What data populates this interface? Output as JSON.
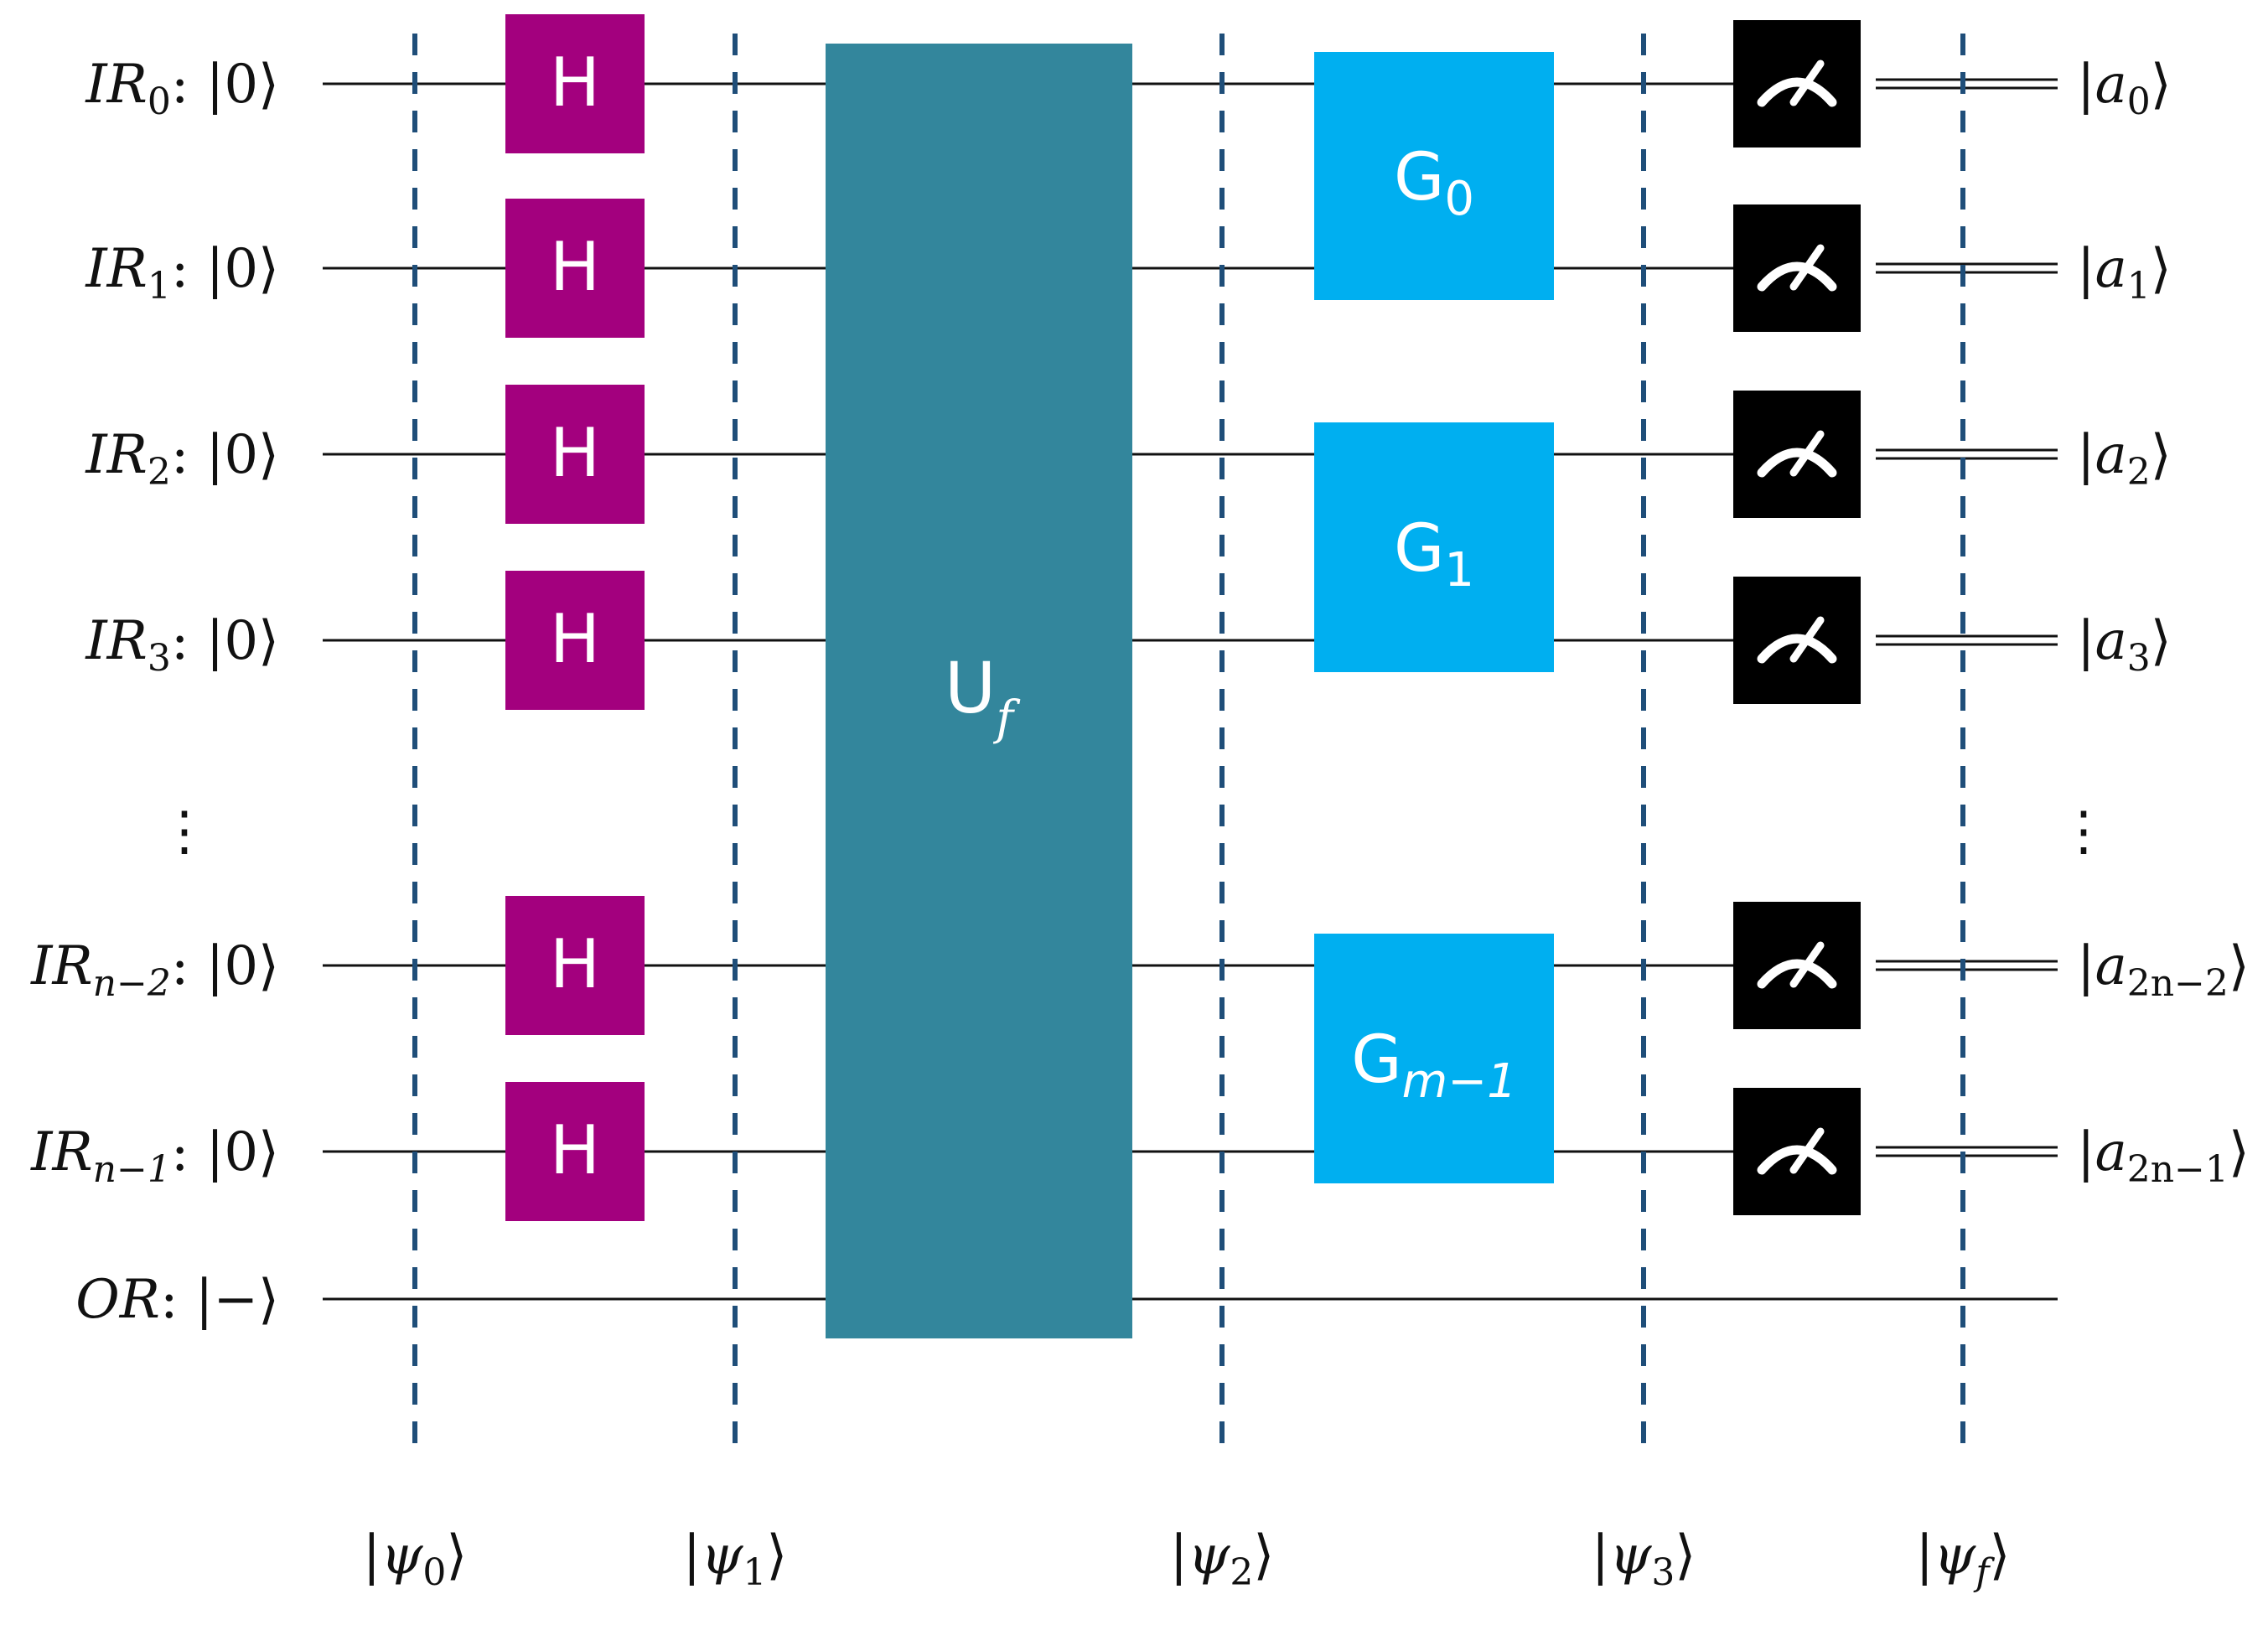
{
  "colors": {
    "hadamard": "#a3007e",
    "oracle": "#33869c",
    "grover": "#00aff0",
    "measure": "#000000",
    "barrier": "#1f4e79",
    "wire": "#111111"
  },
  "wires": [
    {
      "base": "IR",
      "sub": "0",
      "state": ": |0⟩",
      "out_base": "a",
      "out_sub": "0",
      "hadamard": true,
      "measured": true
    },
    {
      "base": "IR",
      "sub": "1",
      "state": ": |0⟩",
      "out_base": "a",
      "out_sub": "1",
      "hadamard": true,
      "measured": true
    },
    {
      "base": "IR",
      "sub": "2",
      "state": ": |0⟩",
      "out_base": "a",
      "out_sub": "2",
      "hadamard": true,
      "measured": true
    },
    {
      "base": "IR",
      "sub": "3",
      "state": ": |0⟩",
      "out_base": "a",
      "out_sub": "3",
      "hadamard": true,
      "measured": true
    },
    {
      "base": "IR",
      "sub": "n−2",
      "state": ": |0⟩",
      "out_base": "a",
      "out_sub": "2n−2",
      "hadamard": true,
      "measured": true
    },
    {
      "base": "IR",
      "sub": "n−1",
      "state": ": |0⟩",
      "out_base": "a",
      "out_sub": "2n−1",
      "hadamard": true,
      "measured": true
    },
    {
      "base": "OR",
      "sub": "",
      "state": ": |−⟩",
      "out_base": "",
      "out_sub": "",
      "hadamard": false,
      "measured": false
    }
  ],
  "ellipsis": "⋮",
  "gates": {
    "hadamard_label": "H",
    "oracle": {
      "base": "U",
      "sub": "f"
    },
    "grover": [
      {
        "base": "G",
        "sub": "0"
      },
      {
        "base": "G",
        "sub": "1"
      },
      {
        "base": "G",
        "sub": "m−1"
      }
    ]
  },
  "barriers": [
    {
      "base": "ψ",
      "sub": "0"
    },
    {
      "base": "ψ",
      "sub": "1"
    },
    {
      "base": "ψ",
      "sub": "2"
    },
    {
      "base": "ψ",
      "sub": "3"
    },
    {
      "base": "ψ",
      "sub": "f"
    }
  ],
  "ket_left": "|",
  "ket_right": "⟩"
}
